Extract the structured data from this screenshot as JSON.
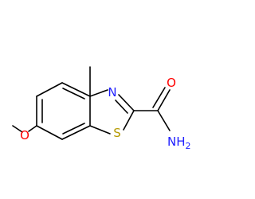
{
  "molecule": {
    "atoms": {
      "sulfur": {
        "label": "S",
        "color": "#b59a00"
      },
      "ring_nitrogen": {
        "label": "N",
        "color": "#2020ff"
      },
      "carbonyl_oxygen": {
        "label": "O",
        "color": "#ff0000"
      },
      "amide_nitrogen": {
        "label": "NH",
        "subscript": "2",
        "color": "#2020ff"
      },
      "ether_oxygen": {
        "label": "O",
        "color": "#ff0000"
      }
    },
    "bond_color": "#000000"
  }
}
